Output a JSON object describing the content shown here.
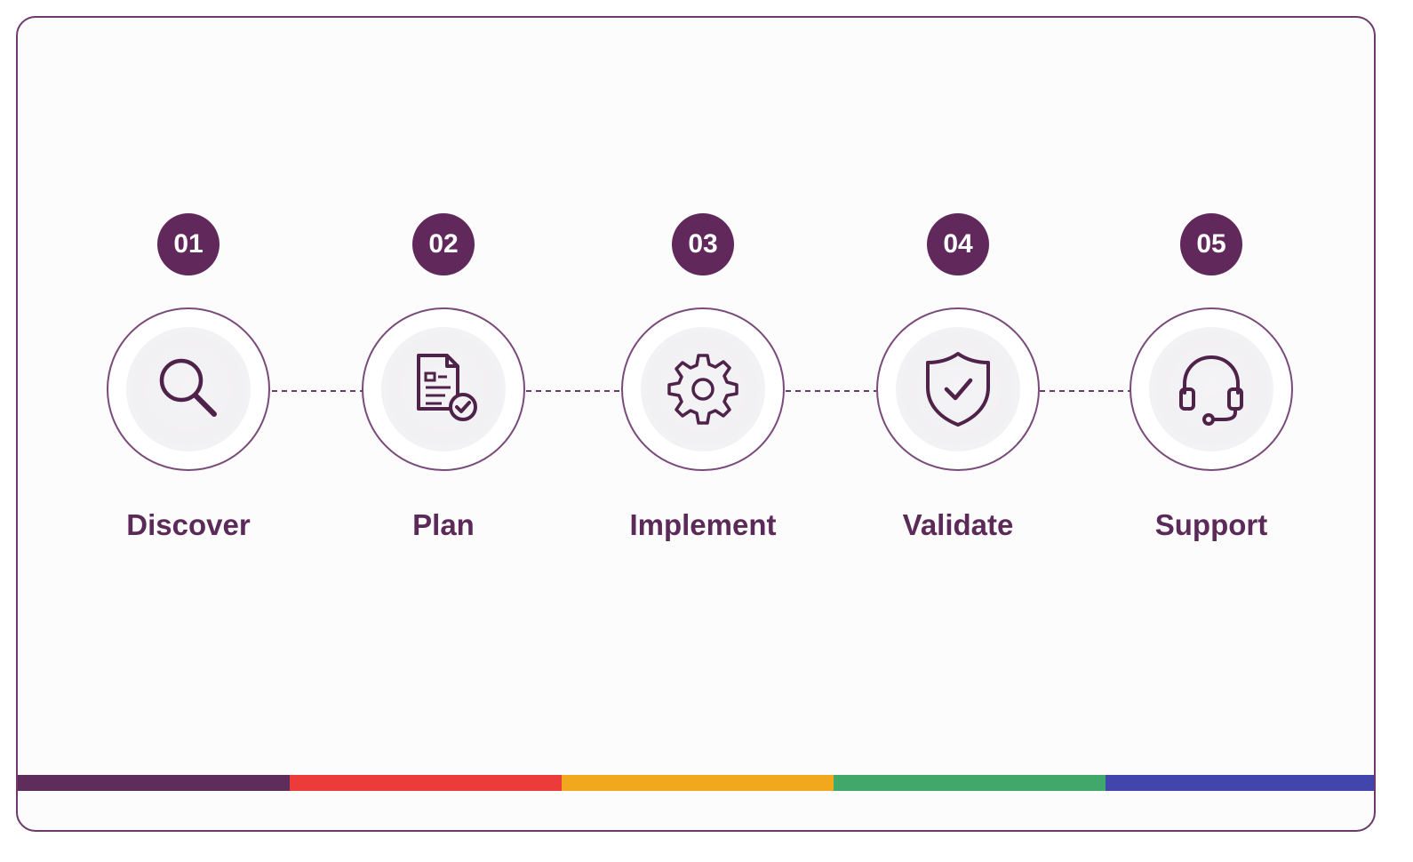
{
  "steps": [
    {
      "number": "01",
      "label": "Discover",
      "icon": "search-icon"
    },
    {
      "number": "02",
      "label": "Plan",
      "icon": "document-check-icon"
    },
    {
      "number": "03",
      "label": "Implement",
      "icon": "gear-icon"
    },
    {
      "number": "04",
      "label": "Validate",
      "icon": "shield-check-icon"
    },
    {
      "number": "05",
      "label": "Support",
      "icon": "headset-icon"
    }
  ],
  "colors": {
    "primary": "#61285c",
    "ring_border": "#7a4a7a",
    "label": "#5c2a58",
    "bar": [
      "#5e2d5c",
      "#ec3b3b",
      "#f2a81d",
      "#3fa86a",
      "#4246ac"
    ]
  }
}
